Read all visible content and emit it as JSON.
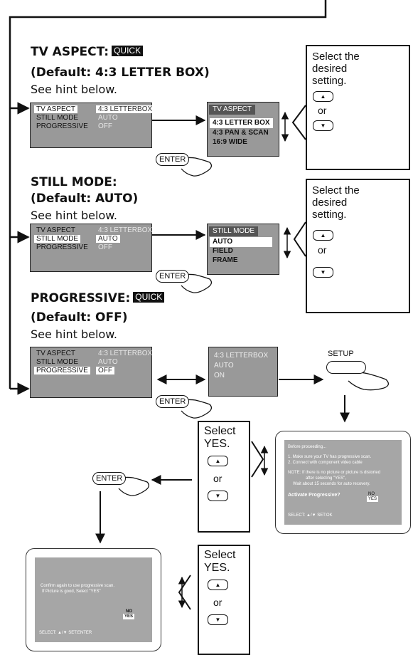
{
  "sections": [
    {
      "title": "TV ASPECT:",
      "quick": "QUICK",
      "default": "(Default: 4:3 LETTER BOX)",
      "hint": "See hint below."
    },
    {
      "title": "STILL MODE:",
      "quick": "",
      "default": "(Default: AUTO)",
      "hint": "See hint below."
    },
    {
      "title": "PROGRESSIVE:",
      "quick": "QUICK",
      "default": "(Default: OFF)",
      "hint": "See hint below."
    }
  ],
  "main_menu": {
    "labels": [
      "TV ASPECT",
      "STILL MODE",
      "PROGRESSIVE"
    ],
    "values_a": [
      "4:3 LETTERBOX",
      "AUTO",
      "OFF"
    ],
    "values_b": [
      "4:3 LETTERBOX",
      "AUTO",
      "OFF"
    ],
    "values_c": [
      "4:3 LETTERBOX",
      "AUTO",
      "OFF"
    ]
  },
  "submenu_aspect": {
    "title": "TV ASPECT",
    "options": [
      "4:3 LETTER BOX",
      "4:3 PAN & SCAN",
      "16:9 WIDE"
    ]
  },
  "submenu_still": {
    "title": "STILL MODE",
    "options": [
      "AUTO",
      "FIELD",
      "FRAME"
    ]
  },
  "submenu_prog": {
    "options": [
      "4:3 LETTERBOX",
      "AUTO",
      "ON"
    ]
  },
  "select_box": {
    "line1": "Select the",
    "line2": "desired",
    "line3": "setting.",
    "or": "or"
  },
  "select_yes": {
    "line1": "Select",
    "line2": "YES.",
    "or": "or"
  },
  "keys": {
    "up": "▲",
    "down": "▼",
    "enter": "ENTER",
    "setup": "SETUP"
  },
  "screen1": {
    "l1": "Before proceeding...",
    "l2": "1. Make sure your TV has progressive scan.",
    "l3": "2. Connect with component video cable",
    "l4": "NOTE:  If there is no picture or picture is distorted",
    "l5": "after selecting \"YES\",",
    "l6": "Wait about 15 seconds for auto recovery.",
    "question": "Activate Progressive?",
    "no": "NO",
    "yes": "YES",
    "footer": "SELECT: ▲/▼     SET:OK"
  },
  "screen2": {
    "l1": "Confirm again to use progressive scan.",
    "l2": "If Picture is good, Select \"YES\"",
    "no": "NO",
    "yes": "YES",
    "footer": "SELECT: ▲/▼      SET:ENTER"
  }
}
